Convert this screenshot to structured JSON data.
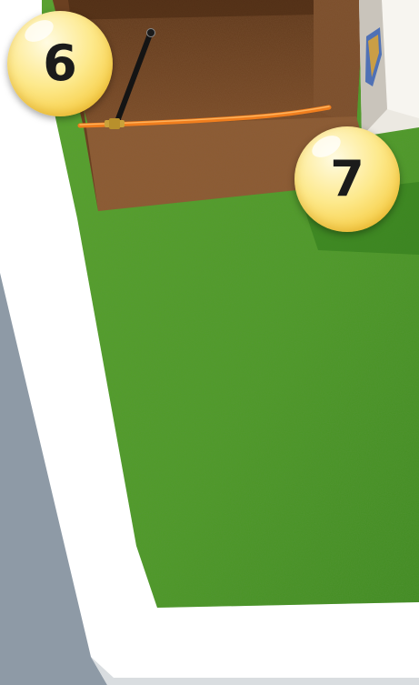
{
  "callouts": [
    {
      "id": "6",
      "label": "6"
    },
    {
      "id": "7",
      "label": "7"
    }
  ],
  "colors": {
    "background": "#8e9aa6",
    "frame": "#ffffff",
    "grass": "#4d9a27",
    "soil": "#7a4a26",
    "pipe": "#f07e1e",
    "callout_fill": "#fde98c"
  }
}
